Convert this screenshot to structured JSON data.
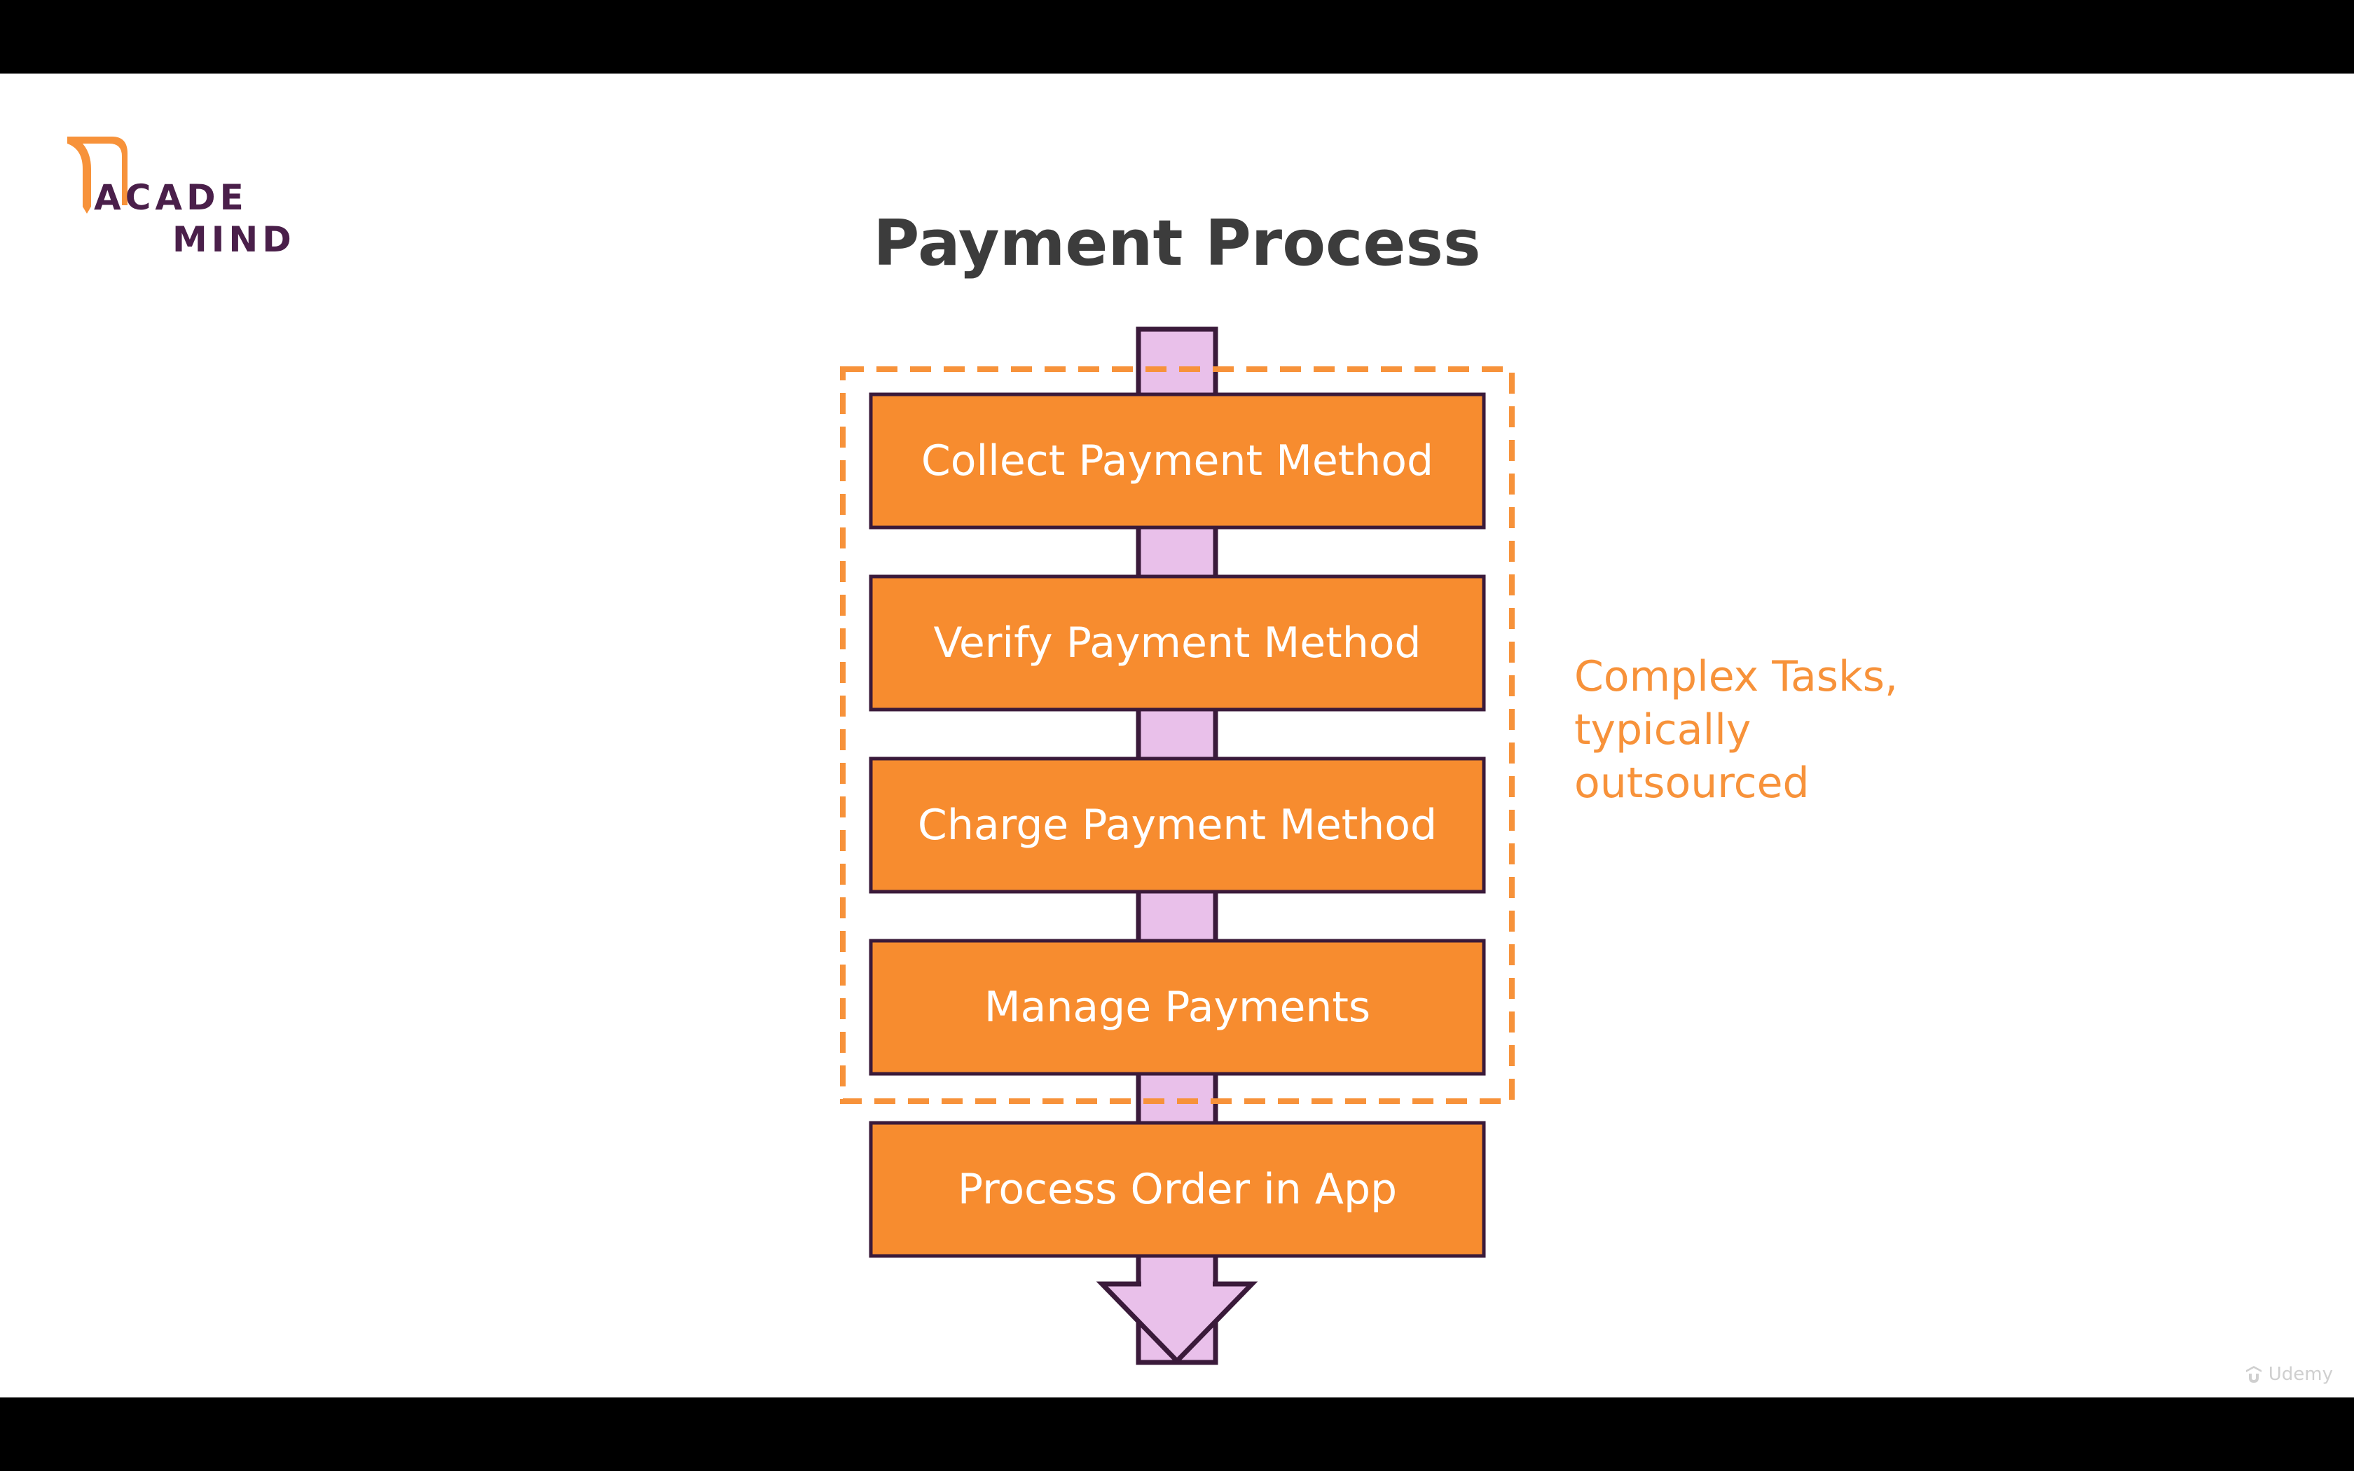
{
  "logo": {
    "line1": "ACADE",
    "line2": "MIND",
    "colors": {
      "accent": "#f7923a",
      "text": "#4a1f4a"
    }
  },
  "title": "Payment Process",
  "steps": [
    {
      "label": "Collect Payment Method"
    },
    {
      "label": "Verify Payment Method"
    },
    {
      "label": "Charge Payment Method"
    },
    {
      "label": "Manage Payments"
    },
    {
      "label": "Process Order in App"
    }
  ],
  "group_note": "Complex Tasks,\ntypically\noutsourced",
  "watermark": "Udemy",
  "colors": {
    "box_fill": "#f78c2f",
    "box_border": "#3a1a3a",
    "arrow_fill": "#e9c0ea",
    "arrow_border": "#3a1a3a",
    "dashed_group": "#f7923a",
    "title": "#3c3c3c"
  }
}
